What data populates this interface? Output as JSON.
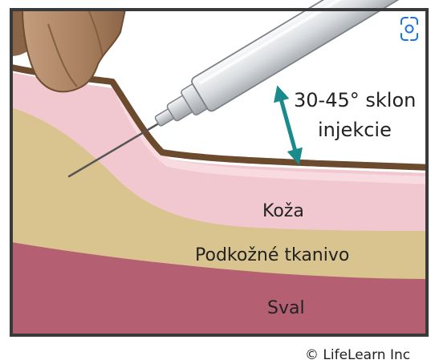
{
  "diagram": {
    "angle_label_line1": "30-45° sklon",
    "angle_label_line2": "injekcie",
    "layers": {
      "skin": "Koža",
      "subcutaneous": "Podkožné tkanivo",
      "muscle": "Sval"
    },
    "credit": "© LifeLearn Inc"
  },
  "colors": {
    "frame": "#3a3a3a",
    "skin_outer": "#6b4a2e",
    "skin": "#f2c8d0",
    "subcutaneous": "#d9c48f",
    "muscle": "#b45f72",
    "arrow": "#1a8a8a",
    "syringe_body": "#e6e8ea",
    "hand": "#b08867"
  },
  "toolbar": {
    "lens_icon": "visual-search-icon"
  }
}
